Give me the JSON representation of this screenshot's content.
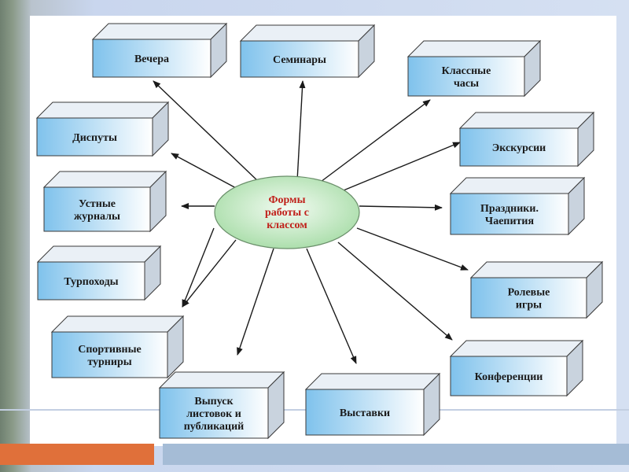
{
  "center": {
    "lines": [
      "Формы",
      "работы с",
      "классом"
    ]
  },
  "boxes": [
    {
      "id": "vechera",
      "lines": [
        "Вечера"
      ]
    },
    {
      "id": "seminary",
      "lines": [
        "Семинары"
      ]
    },
    {
      "id": "klassnye-chasy",
      "lines": [
        "Классные",
        "часы"
      ]
    },
    {
      "id": "disputy",
      "lines": [
        "Диспуты"
      ]
    },
    {
      "id": "ekskursii",
      "lines": [
        "Экскурсии"
      ]
    },
    {
      "id": "ustnye-zhurnaly",
      "lines": [
        "Устные",
        "журналы"
      ]
    },
    {
      "id": "prazdniki",
      "lines": [
        "Праздники.",
        "Чаепития"
      ]
    },
    {
      "id": "turpokhody",
      "lines": [
        "Турпоходы"
      ]
    },
    {
      "id": "rolevye-igry",
      "lines": [
        "Ролевые",
        "игры"
      ]
    },
    {
      "id": "sportivnye-turniry",
      "lines": [
        "Спортивные",
        "турниры"
      ]
    },
    {
      "id": "konferentsii",
      "lines": [
        "Конференции"
      ]
    },
    {
      "id": "vypusk",
      "lines": [
        "Выпуск",
        "листовок и",
        "публикаций"
      ]
    },
    {
      "id": "vystavki",
      "lines": [
        "Выставки"
      ]
    }
  ],
  "colors": {
    "box_front_left": "#7fc2ec",
    "box_front_right": "#ffffff",
    "box_side": "#c9d3de",
    "box_top": "#eaf0f6",
    "center_fill_outer": "#a6dca6",
    "center_fill_inner": "#f2fbf2",
    "center_text": "#c0201a",
    "accent_orange": "#e0703a",
    "accent_blue": "#a5bcd6"
  }
}
